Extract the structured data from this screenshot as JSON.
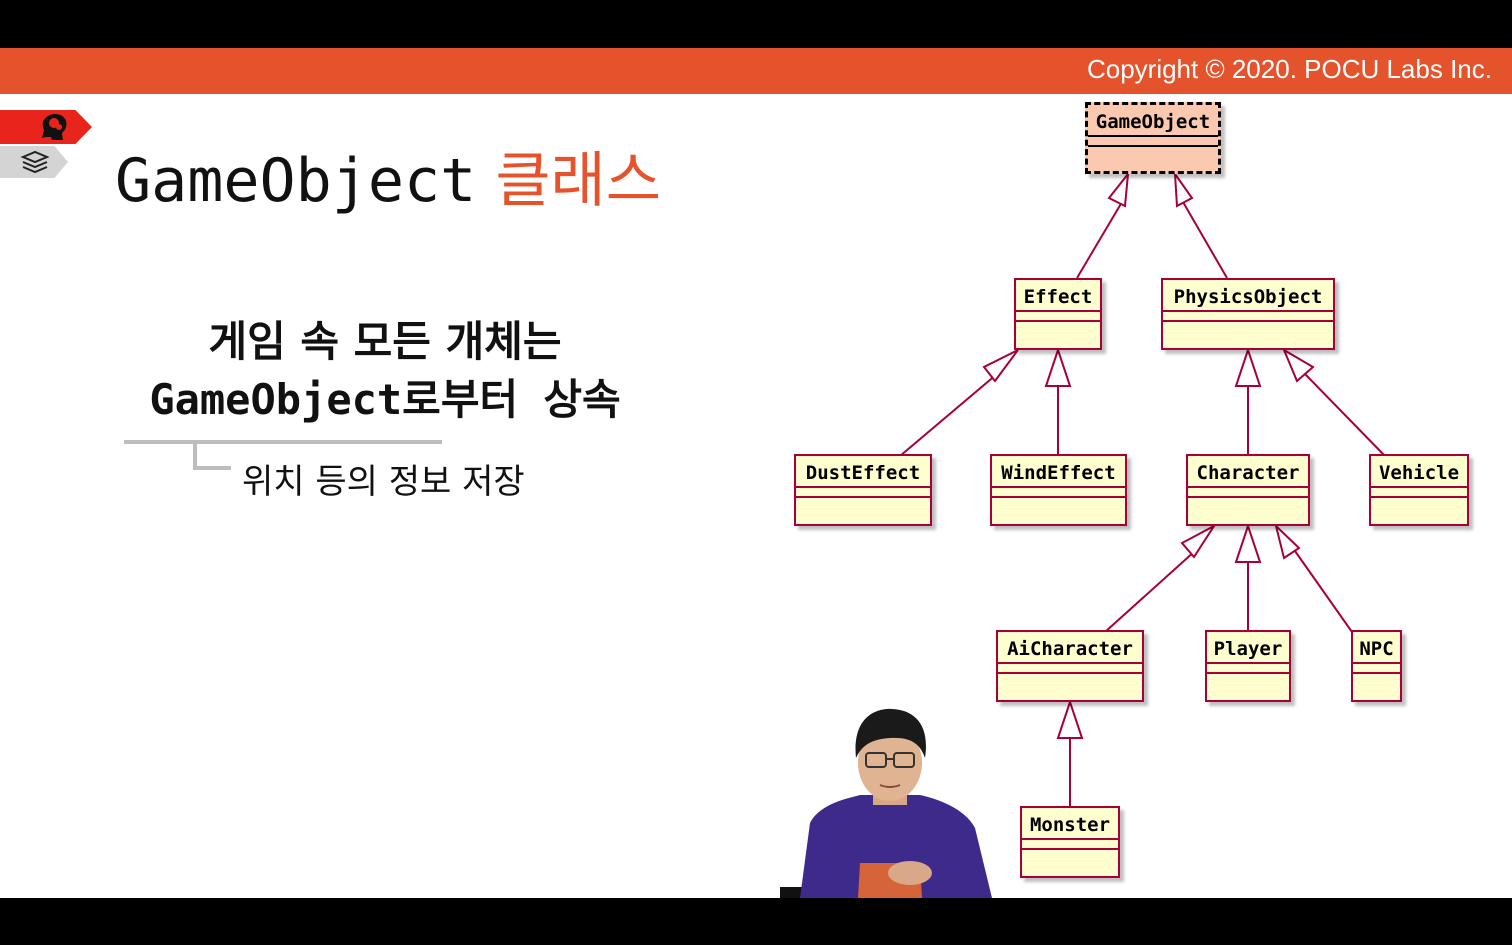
{
  "header": {
    "copyright": "Copyright © 2020. POCU Labs Inc.",
    "accent_color": "#e5532d",
    "tabs": [
      "brain-icon",
      "book-stack-icon"
    ]
  },
  "title": {
    "mono_part": "GameObject",
    "korean_part": "클래스"
  },
  "content": {
    "main_line1": "게임 속 모든 개체는",
    "main_line2": "GameObject로부터 상속",
    "sub_point": "위치 등의 정보 저장"
  },
  "diagram": {
    "classes": {
      "gameobject": "GameObject",
      "effect": "Effect",
      "physicsobject": "PhysicsObject",
      "dusteffect": "DustEffect",
      "windeffect": "WindEffect",
      "character": "Character",
      "vehicle": "Vehicle",
      "aicharacter": "AiCharacter",
      "player": "Player",
      "npc": "NPC",
      "monster": "Monster"
    },
    "colors": {
      "fill": "#fefece",
      "border": "#a80036",
      "root_fill": "#fbc8b0"
    }
  },
  "presenter": {
    "shirt_color": "#3d2a8a"
  }
}
